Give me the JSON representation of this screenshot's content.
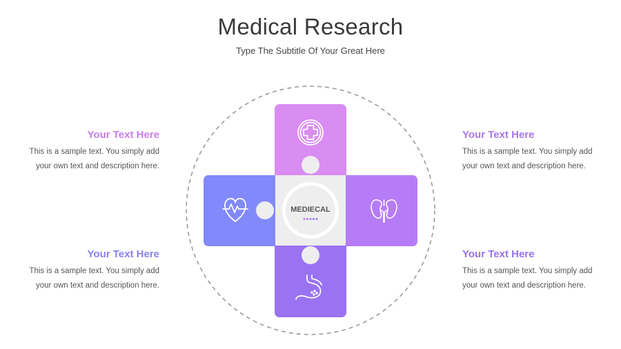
{
  "header": {
    "title": "Medical Research",
    "subtitle": "Type The Subtitle Of Your Great Here"
  },
  "center": {
    "label": "MEDIECAL"
  },
  "blocks": [
    {
      "heading": "Your Text Here",
      "body_line1": "This is a sample text. You simply add",
      "body_line2": "your own text and description here."
    },
    {
      "heading": "Your Text Here",
      "body_line1": "This is a sample text. You simply add",
      "body_line2": "your own text and description here."
    },
    {
      "heading": "Your Text Here",
      "body_line1": "This is a sample text. You simply add",
      "body_line2": "your own text and description here."
    },
    {
      "heading": "Your Text Here",
      "body_line1": "This is a sample text. You simply add",
      "body_line2": "your own text and description here."
    }
  ],
  "colors": {
    "top_tile": "#d98cf2",
    "left_tile": "#8289fa",
    "right_tile": "#b67cf7",
    "bottom_tile": "#9a73f2",
    "heading_top_left": "#c97ce8",
    "heading_bottom_left": "#8a80ea",
    "heading_top_right": "#a877e6",
    "heading_bottom_right": "#9871e8",
    "center_bg": "#eeeeee"
  },
  "icons": {
    "top": "medical-cross-icon",
    "left": "heartbeat-icon",
    "right": "kidneys-icon",
    "bottom": "stomach-icon"
  }
}
